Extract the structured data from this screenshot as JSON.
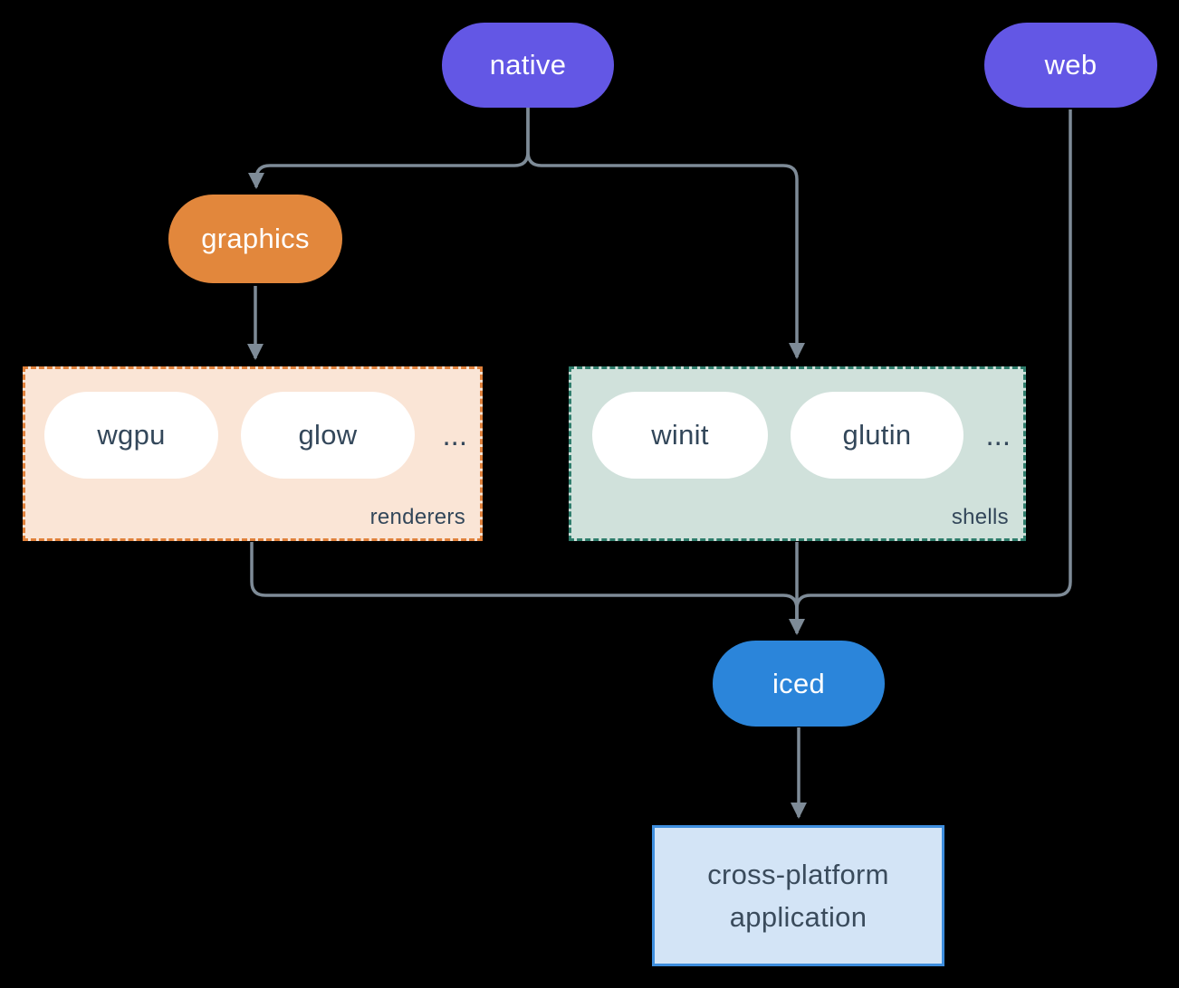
{
  "diagram": {
    "background": "#000000",
    "connector_color": "#7E8B97",
    "nodes": {
      "native": {
        "label": "native",
        "fill": "#6357E5",
        "text_color": "#FFFFFF"
      },
      "web": {
        "label": "web",
        "fill": "#6357E5",
        "text_color": "#FFFFFF"
      },
      "graphics": {
        "label": "graphics",
        "fill": "#E2873C",
        "text_color": "#FFFFFF"
      },
      "iced": {
        "label": "iced",
        "fill": "#2B85DA",
        "text_color": "#FFFFFF"
      },
      "application": {
        "line1": "cross-platform",
        "line2": "application",
        "fill": "#D3E4F6",
        "border": "#3E8EDE",
        "text_color": "#3A4B5C"
      }
    },
    "groups": {
      "renderers": {
        "label": "renderers",
        "fill": "#FAE5D6",
        "border": "#E0813B",
        "items": [
          "wgpu",
          "glow"
        ],
        "ellipsis": "...",
        "item_text_color": "#33475A"
      },
      "shells": {
        "label": "shells",
        "fill": "#D0E1DB",
        "border": "#2F7D6C",
        "items": [
          "winit",
          "glutin"
        ],
        "ellipsis": "...",
        "item_text_color": "#33475A"
      }
    }
  }
}
